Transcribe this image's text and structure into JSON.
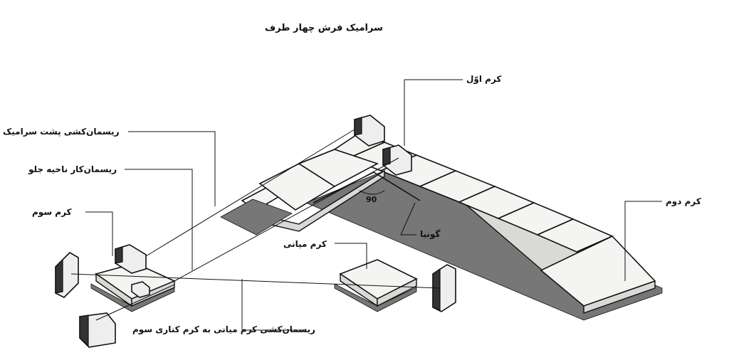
{
  "title": "سرامیک فرش چهار طرف",
  "labels": {
    "first_tile": "کرم اوّل",
    "second_tile": "کرم دوم",
    "third_tile": "کرم سوم",
    "middle_tile": "کرم میانی",
    "string_behind": "ریسمان‌کشی پشت سرامیک",
    "string_front": "ریسمان‌کار ناحیه جلو",
    "square_tool": "گونیا",
    "angle": "90",
    "string_middle_to_third": "ریسمان‌کشی کرم میانی به کرم کناری سوم"
  }
}
